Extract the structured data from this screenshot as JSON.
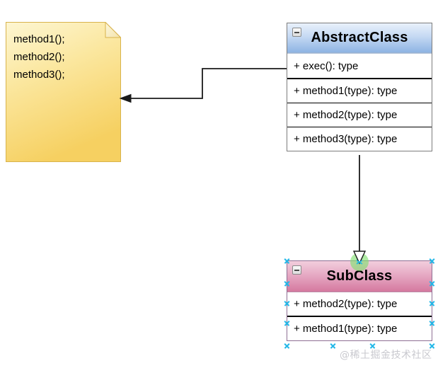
{
  "diagram": {
    "type": "uml-class-diagram",
    "background_color": "#ffffff",
    "watermark": "@稀土掘金技术社区"
  },
  "note": {
    "name": "methods-note",
    "lines_text": "method1();\nmethod2();\nmethod3();",
    "lines": [
      "method1();",
      "method2();",
      "method3();"
    ],
    "fill_top_color": "#fdf4c8",
    "fill_bottom_color": "#f7d66a",
    "border_color": "#d9b44a",
    "folded_corner": true
  },
  "classes": {
    "abstract": {
      "name": "abstract-class",
      "title": "AbstractClass",
      "collapse_icon": "minus-icon",
      "header_gradient": [
        "#e9f1fb",
        "#8eb4e3"
      ],
      "operations_primary": [
        {
          "visibility": "+",
          "text": "+ exec(): type"
        }
      ],
      "operations_secondary": [
        {
          "visibility": "+",
          "text": "+ method1(type): type"
        },
        {
          "visibility": "+",
          "text": "+ method2(type): type"
        },
        {
          "visibility": "+",
          "text": "+ method3(type): type"
        }
      ]
    },
    "sub": {
      "name": "sub-class",
      "title": "SubClass",
      "collapse_icon": "minus-icon",
      "header_gradient": [
        "#f2cedd",
        "#d5799f"
      ],
      "selected": true,
      "selection_handle_color": "#23b7e8",
      "operations": [
        {
          "visibility": "+",
          "text": "+ method2(type): type"
        },
        {
          "visibility": "+",
          "text": "+ method1(type): type"
        }
      ]
    }
  },
  "connectors": {
    "note_link": {
      "name": "note-anchor-connector",
      "from": "abstract-class",
      "to": "methods-note",
      "style": "orthogonal",
      "arrow": "filled-arrow",
      "color": "#1a1a1a"
    },
    "generalization": {
      "name": "generalization-connector",
      "from": "sub-class",
      "to": "abstract-class",
      "style": "straight-vertical",
      "arrow": "hollow-triangle",
      "color": "#1a1a1a",
      "highlight_color": "#8ede7c"
    }
  }
}
